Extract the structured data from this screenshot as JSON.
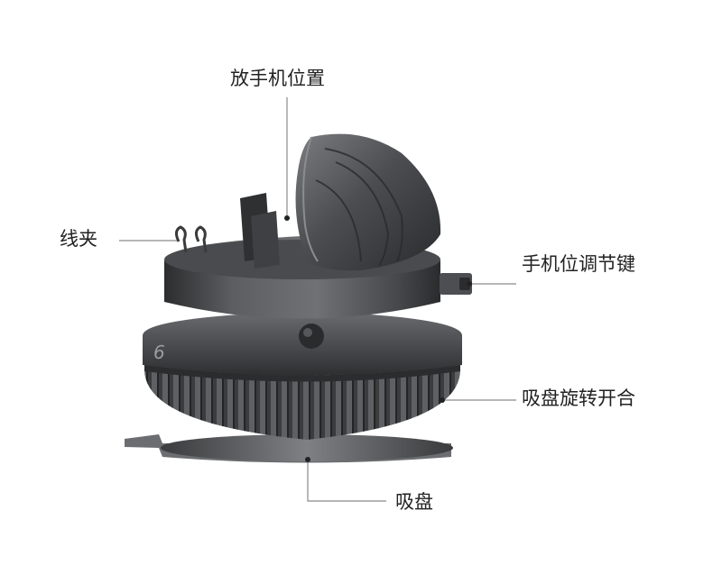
{
  "diagram": {
    "product": "car phone holder with suction base",
    "callouts": [
      {
        "id": "phone-slot",
        "text": "放手机位置"
      },
      {
        "id": "cable-clip",
        "text": "线夹"
      },
      {
        "id": "phone-adjust-key",
        "text": "手机位调节键"
      },
      {
        "id": "suction-rotate-switch",
        "text": "吸盘旋转开合"
      },
      {
        "id": "suction-cup",
        "text": "吸盘"
      }
    ],
    "colors": {
      "background": "#ffffff",
      "leader_line": "#8a8a8a",
      "label_text": "#222222",
      "body_dark": "#3a3b3d",
      "body_mid": "#55575a",
      "body_light": "#8c8e91"
    }
  }
}
